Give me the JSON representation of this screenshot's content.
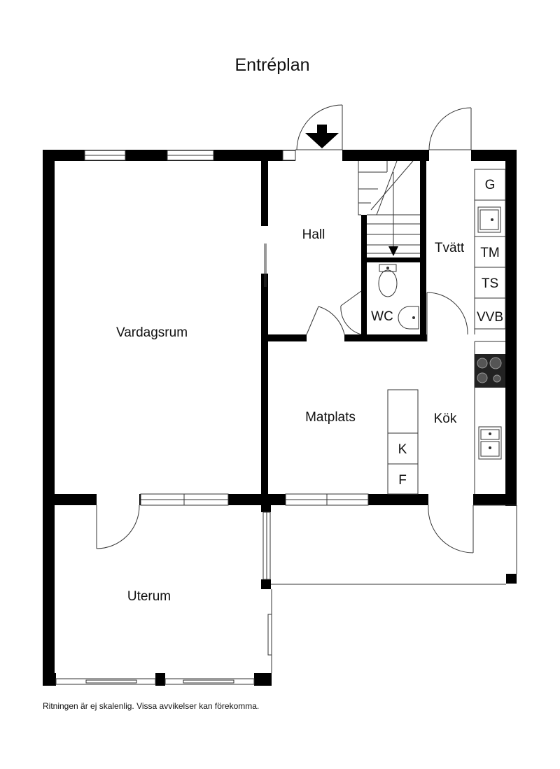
{
  "title": "Entréplan",
  "rooms": {
    "hall": "Hall",
    "tvatt": "Tvätt",
    "wc": "WC",
    "vardagsrum": "Vardagsrum",
    "matplats": "Matplats",
    "kok": "Kök",
    "uterum": "Uterum"
  },
  "appliances": {
    "g": "G",
    "tm": "TM",
    "ts": "TS",
    "vvb": "VVB",
    "k": "K",
    "f": "F"
  },
  "note": "Ritningen är ej skalenlig. Vissa avvikelser kan förekomma.",
  "colors": {
    "wall": "#000000",
    "line": "#333333",
    "background": "#ffffff"
  }
}
